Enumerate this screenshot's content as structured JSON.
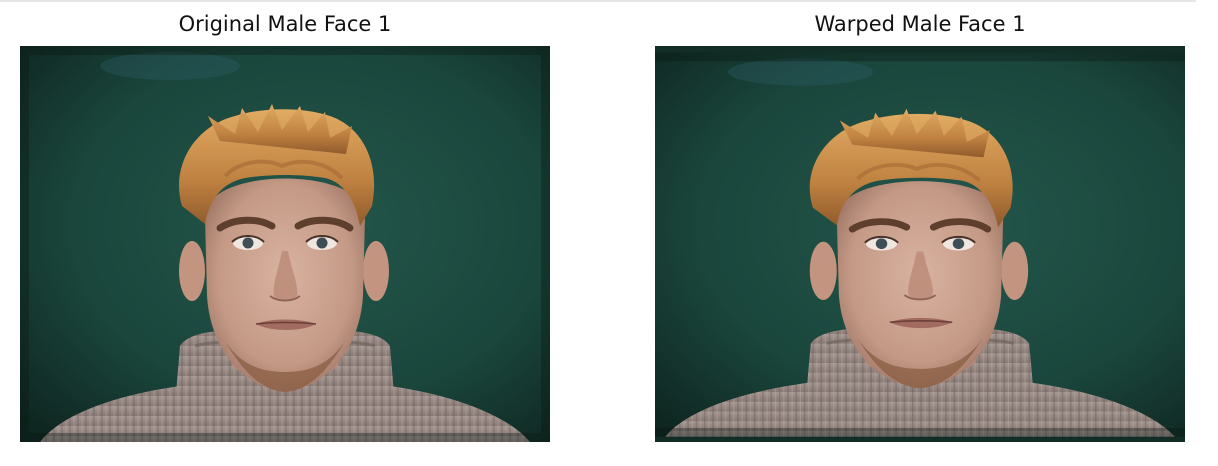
{
  "figure": {
    "panels": [
      {
        "title": "Original Male Face 1",
        "image": "male-portrait-original"
      },
      {
        "title": "Warped Male Face 1",
        "image": "male-portrait-warped"
      }
    ]
  },
  "colors": {
    "background": "#1c4a40",
    "background_dark": "#0e241f",
    "hair": "#c68a45",
    "skin": "#caa18c",
    "sweater": "#9a8c86"
  }
}
